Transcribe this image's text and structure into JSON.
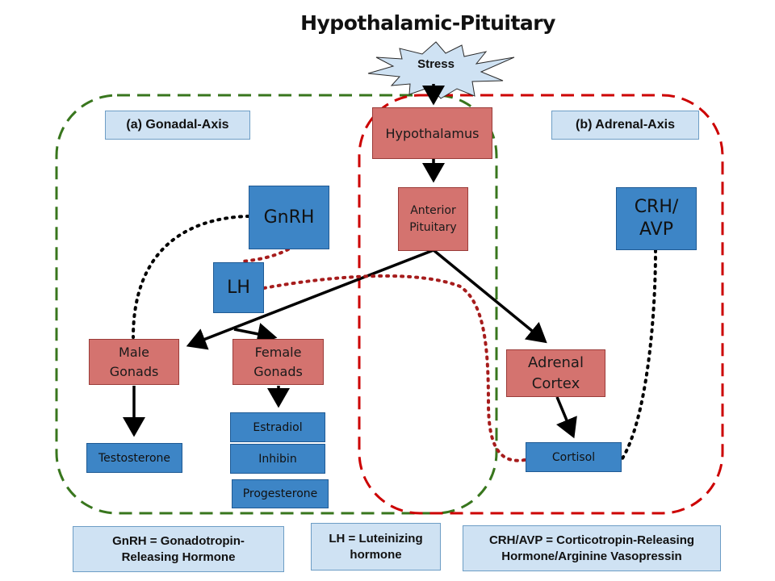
{
  "title": "Hypothalamic-Pituitary",
  "stress": "Stress",
  "axes": {
    "gonadal": "(a) Gonadal-Axis",
    "adrenal": "(b) Adrenal-Axis"
  },
  "nodes": {
    "hypothalamus": "Hypothalamus",
    "anterior_pituitary": "Anterior Pituitary",
    "gnrh": "GnRH",
    "lh": "LH",
    "crh_avp": "CRH/ AVP",
    "male_gonads": "Male Gonads",
    "female_gonads": "Female Gonads",
    "adrenal_cortex": "Adrenal Cortex",
    "testosterone": "Testosterone",
    "estradiol": "Estradiol",
    "inhibin": "Inhibin",
    "progesterone": "Progesterone",
    "cortisol": "Cortisol"
  },
  "legend": {
    "gnrh": "GnRH = Gonadotropin-Releasing Hormone",
    "lh": "LH = Luteinizing hormone",
    "crh_avp": "CRH/AVP = Corticotropin-Releasing Hormone/Arginine Vasopressin"
  },
  "colors": {
    "gonadal_axis": "#38761d",
    "adrenal_axis": "#cc0000",
    "red_node": "#d4736f",
    "blue_node": "#3d85c6",
    "label_bg": "#cfe2f3"
  }
}
